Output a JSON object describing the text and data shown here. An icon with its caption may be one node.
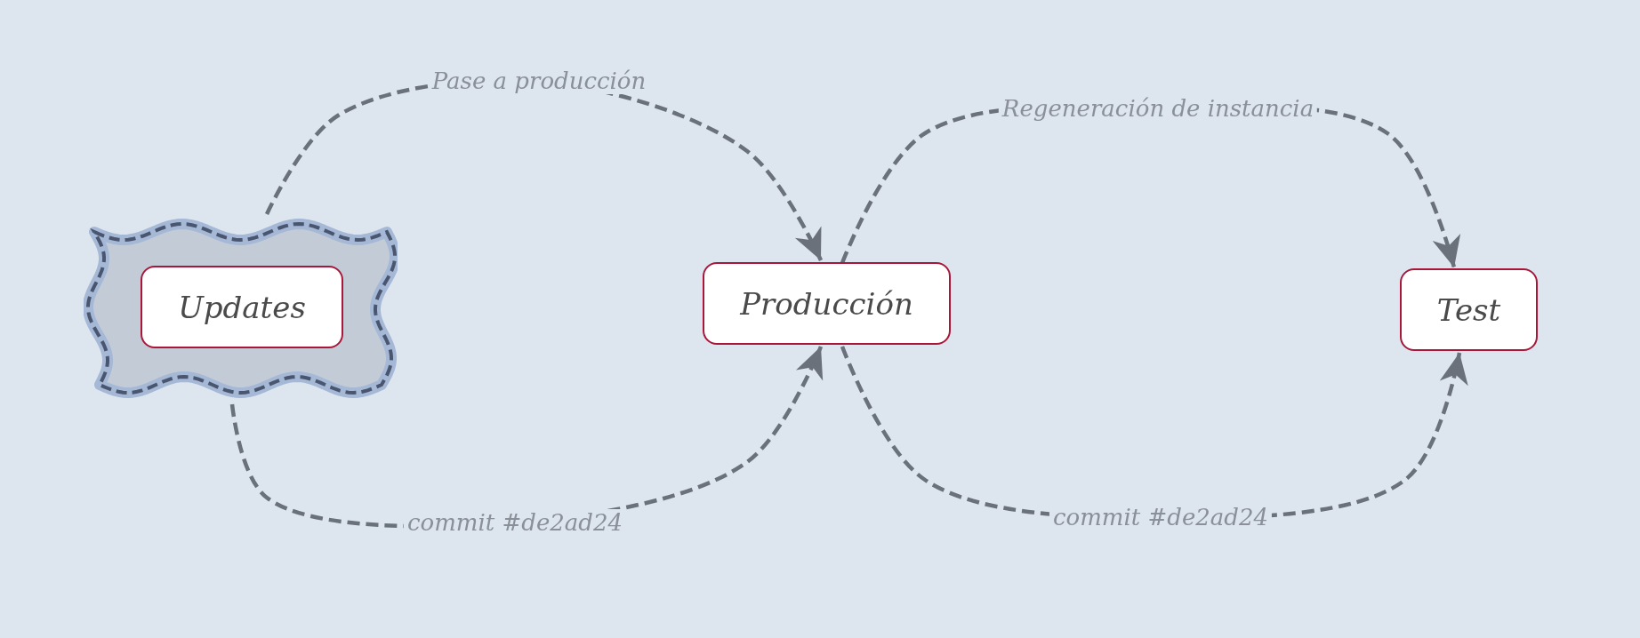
{
  "diagram": {
    "nodes": [
      {
        "text": [],
        "shape": "tape"
      },
      {
        "text": [
          "Updates"
        ],
        "in": 0
      },
      {
        "text": [
          "Producción"
        ]
      },
      {
        "text": [
          "Test"
        ]
      }
    ],
    "edges": [
      {
        "from": 0,
        "to": 2,
        "arrow": "to",
        "label": "Pase a producción",
        "style": "dashed"
      },
      {
        "from": 0,
        "to": 2,
        "arrow": "to",
        "label": "commit #de2ad24",
        "style": "dashed"
      },
      {
        "from": 2,
        "to": 3,
        "arrow": "to",
        "label": "Regeneración de instancia",
        "style": "dashed"
      },
      {
        "from": 2,
        "to": 3,
        "arrow": "to",
        "label": "commit #de2ad24",
        "style": "dashed"
      }
    ]
  }
}
